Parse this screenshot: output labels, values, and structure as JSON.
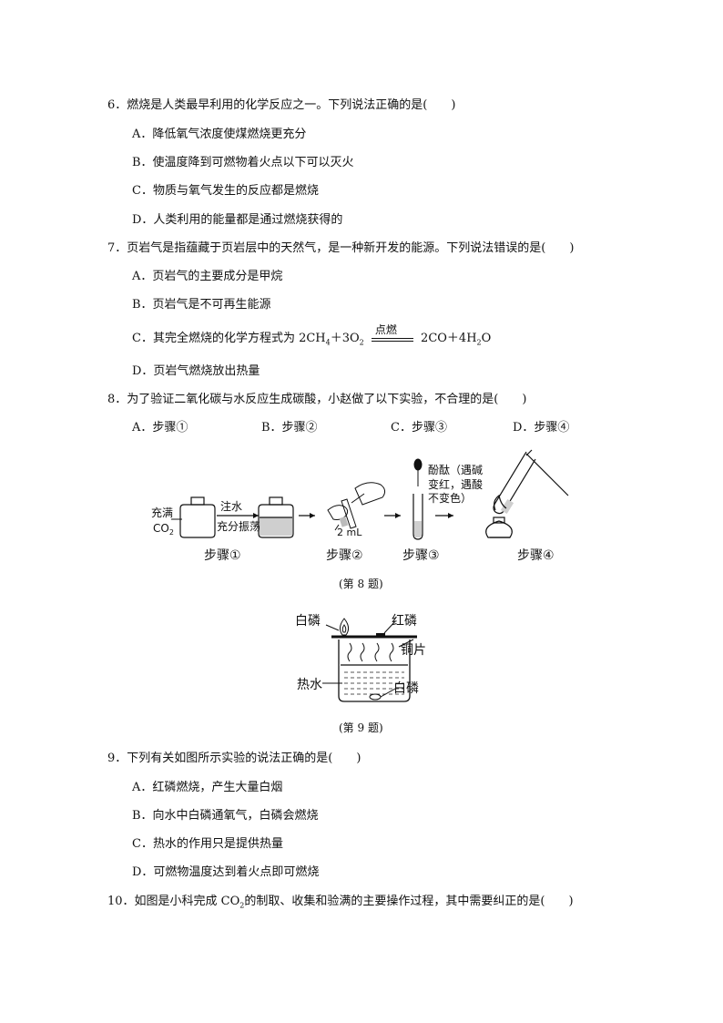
{
  "q6": {
    "stem": "6．燃烧是人类最早利用的化学反应之一。下列说法正确的是(　　)",
    "options": [
      "A．降低氧气浓度使煤燃烧更充分",
      "B．使温度降到可燃物着火点以下可以灭火",
      "C．物质与氧气发生的反应都是燃烧",
      "D．人类利用的能量都是通过燃烧获得的"
    ]
  },
  "q7": {
    "stem": "7．页岩气是指蕴藏于页岩层中的天然气，是一种新开发的能源。下列说法错误的是(　　)",
    "options": [
      "A．页岩气的主要成分是甲烷",
      "B．页岩气是不可再生能源"
    ],
    "option_c_prefix": "C．其完全燃烧的化学方程式为 2CH",
    "option_c_sub1": "4",
    "option_c_mid": "＋3O",
    "option_c_sub2": "2",
    "eq_condition": "点燃",
    "eq_products": "2CO＋4H",
    "eq_sub": "2",
    "eq_end": "O",
    "option_d": "D．页岩气燃烧放出热量"
  },
  "q8": {
    "stem": "8．为了验证二氧化碳与水反应生成碳酸，小赵做了以下实验，不合理的是(　　)",
    "options": [
      "A．步骤①",
      "B．步骤②",
      "C．步骤③",
      "D．步骤④"
    ],
    "figure": {
      "fill_label_1": "充满",
      "fill_label_2": "CO",
      "fill_label_sub": "2",
      "arrow_top": "注水",
      "arrow_bottom": "充分振荡",
      "volume_label": "2 mL",
      "indicator_line1": "酚酞（遇碱",
      "indicator_line2": "变红，遇酸",
      "indicator_line3": "不变色）",
      "step1": "步骤①",
      "step2": "步骤②",
      "step3": "步骤③",
      "step4": "步骤④"
    },
    "caption": "(第 8 题)"
  },
  "q9": {
    "figure": {
      "white_p_top": "白磷",
      "red_p": "红磷",
      "copper": "铜片",
      "hot_water": "热水",
      "white_p_bottom": "白磷"
    },
    "caption": "(第 9 题)",
    "stem": "9．下列有关如图所示实验的说法正确的是(　　)",
    "options": [
      "A．红磷燃烧，产生大量白烟",
      "B．向水中白磷通氧气，白磷会燃烧",
      "C．热水的作用只是提供热量",
      "D．可燃物温度达到着火点即可燃烧"
    ]
  },
  "q10": {
    "stem_prefix": "10．如图是小科完成 CO",
    "stem_sub": "2",
    "stem_suffix": "的制取、收集和验满的主要操作过程，其中需要纠正的是(　　)"
  }
}
